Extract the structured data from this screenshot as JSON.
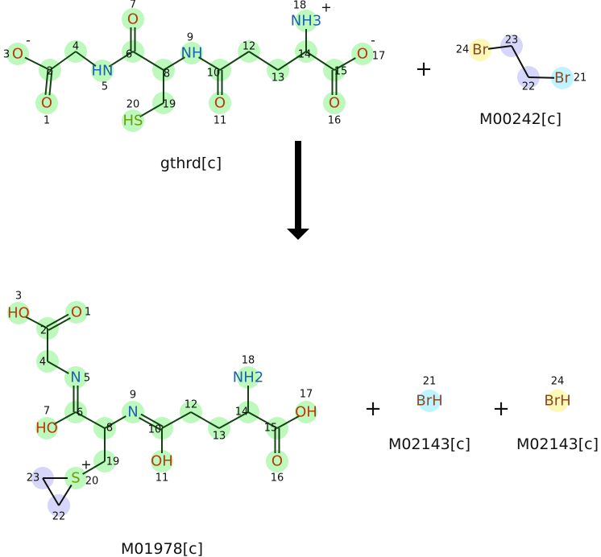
{
  "reaction": {
    "plus_sign": "+",
    "reactants": [
      {
        "id": "gthrd",
        "name": "gthrd[c]",
        "atoms": [
          {
            "n": "1",
            "label": "O"
          },
          {
            "n": "2",
            "label": ""
          },
          {
            "n": "3",
            "label": "O",
            "charge": "-"
          },
          {
            "n": "4",
            "label": ""
          },
          {
            "n": "5",
            "label": "HN"
          },
          {
            "n": "6",
            "label": ""
          },
          {
            "n": "7",
            "label": "O"
          },
          {
            "n": "8",
            "label": ""
          },
          {
            "n": "9",
            "label": "NH"
          },
          {
            "n": "10",
            "label": ""
          },
          {
            "n": "11",
            "label": "O"
          },
          {
            "n": "12",
            "label": ""
          },
          {
            "n": "13",
            "label": ""
          },
          {
            "n": "14",
            "label": ""
          },
          {
            "n": "15",
            "label": ""
          },
          {
            "n": "16",
            "label": "O"
          },
          {
            "n": "17",
            "label": "O",
            "charge": "-"
          },
          {
            "n": "18",
            "label": "NH3",
            "charge": "+"
          },
          {
            "n": "19",
            "label": ""
          },
          {
            "n": "20",
            "label": "HS"
          }
        ]
      },
      {
        "id": "M00242",
        "name": "M00242[c]",
        "atoms": [
          {
            "n": "21",
            "label": "Br"
          },
          {
            "n": "22",
            "label": ""
          },
          {
            "n": "23",
            "label": ""
          },
          {
            "n": "24",
            "label": "Br"
          }
        ]
      }
    ],
    "products": [
      {
        "id": "M01978",
        "name": "M01978[c]",
        "atoms": [
          {
            "n": "1",
            "label": "O"
          },
          {
            "n": "2",
            "label": ""
          },
          {
            "n": "3",
            "label": "HO"
          },
          {
            "n": "4",
            "label": ""
          },
          {
            "n": "5",
            "label": "N"
          },
          {
            "n": "6",
            "label": ""
          },
          {
            "n": "7",
            "label": "HO"
          },
          {
            "n": "8",
            "label": ""
          },
          {
            "n": "9",
            "label": "N"
          },
          {
            "n": "10",
            "label": ""
          },
          {
            "n": "11",
            "label": "OH"
          },
          {
            "n": "12",
            "label": ""
          },
          {
            "n": "13",
            "label": ""
          },
          {
            "n": "14",
            "label": ""
          },
          {
            "n": "15",
            "label": ""
          },
          {
            "n": "16",
            "label": "O"
          },
          {
            "n": "17",
            "label": "OH"
          },
          {
            "n": "18",
            "label": "NH2"
          },
          {
            "n": "19",
            "label": ""
          },
          {
            "n": "20",
            "label": "S",
            "charge": "+"
          },
          {
            "n": "22",
            "label": ""
          },
          {
            "n": "23",
            "label": ""
          }
        ]
      },
      {
        "id": "M02143a",
        "name": "M02143[c]",
        "atoms": [
          {
            "n": "21",
            "label": "BrH"
          }
        ]
      },
      {
        "id": "M02143b",
        "name": "M02143[c]",
        "atoms": [
          {
            "n": "24",
            "label": "BrH"
          }
        ]
      }
    ]
  },
  "colors": {
    "highlight_green": "#bdf8bd",
    "highlight_purple": "#d6d6fa",
    "highlight_cyan": "#bff3ff",
    "highlight_yellow": "#fcf8b6",
    "oxygen": "#cc4411",
    "nitrogen": "#2277cc",
    "sulfur": "#99cc11",
    "bromine_24": "#cc4411",
    "bromine_21": "#776655",
    "bond_highlight": "#114411",
    "bond": "#111111"
  }
}
